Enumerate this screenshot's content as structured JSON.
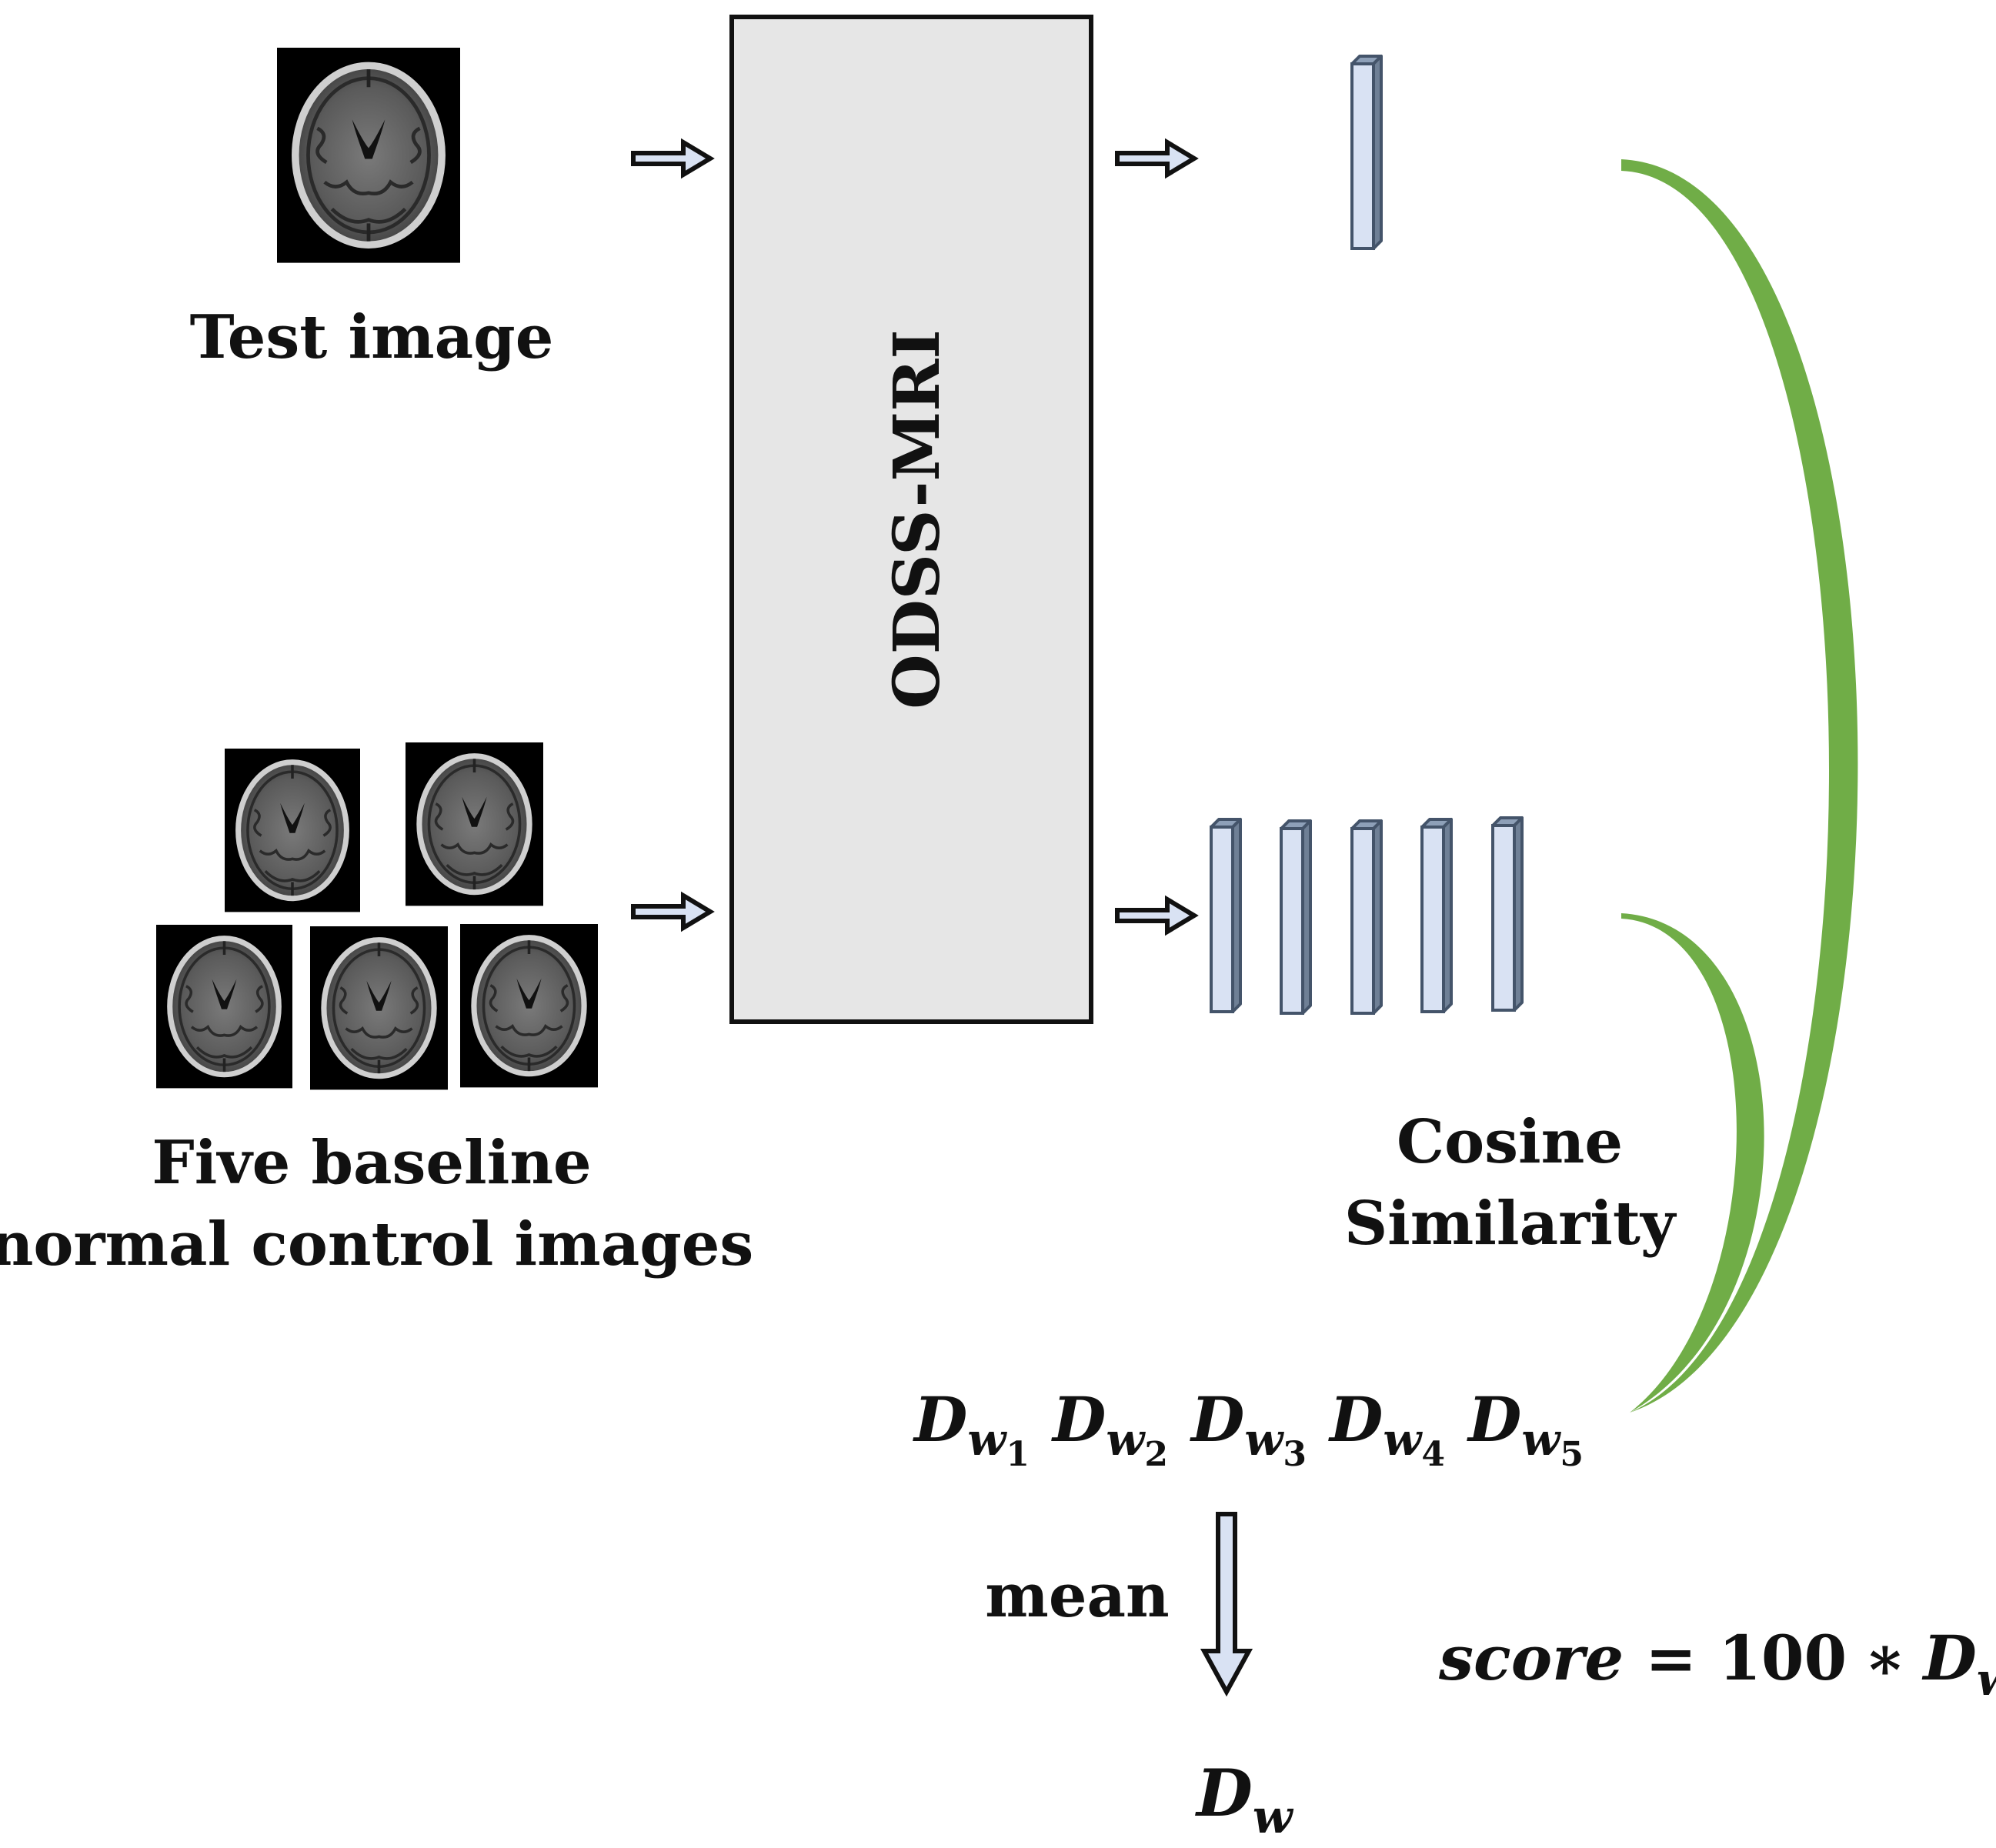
{
  "labels": {
    "test_image": "Test image",
    "baseline_line1": "Five baseline",
    "baseline_line2": "normal control images",
    "model": "ODSS-MRI",
    "cosine_line1": "Cosine",
    "cosine_line2": "Similarity",
    "mean": "mean"
  },
  "distances": {
    "base": "D",
    "sub": "w",
    "items": [
      "1",
      "2",
      "3",
      "4",
      "5"
    ]
  },
  "result": {
    "base": "D",
    "sub": "w"
  },
  "formula": {
    "var": "score",
    "equals": "=",
    "coef": "100",
    "op": "∗",
    "base": "D",
    "sub": "w"
  },
  "colors": {
    "vector_fill": "#d9e2f3",
    "vector_edge": "#44546a",
    "model_fill": "#e6e6e6",
    "curve": "#70ad47",
    "mri_bg": "#000000"
  },
  "icons": {
    "arrow": "hollow-right-arrow",
    "down_arrow": "hollow-down-arrow",
    "mri": "brain-mri-slice"
  }
}
